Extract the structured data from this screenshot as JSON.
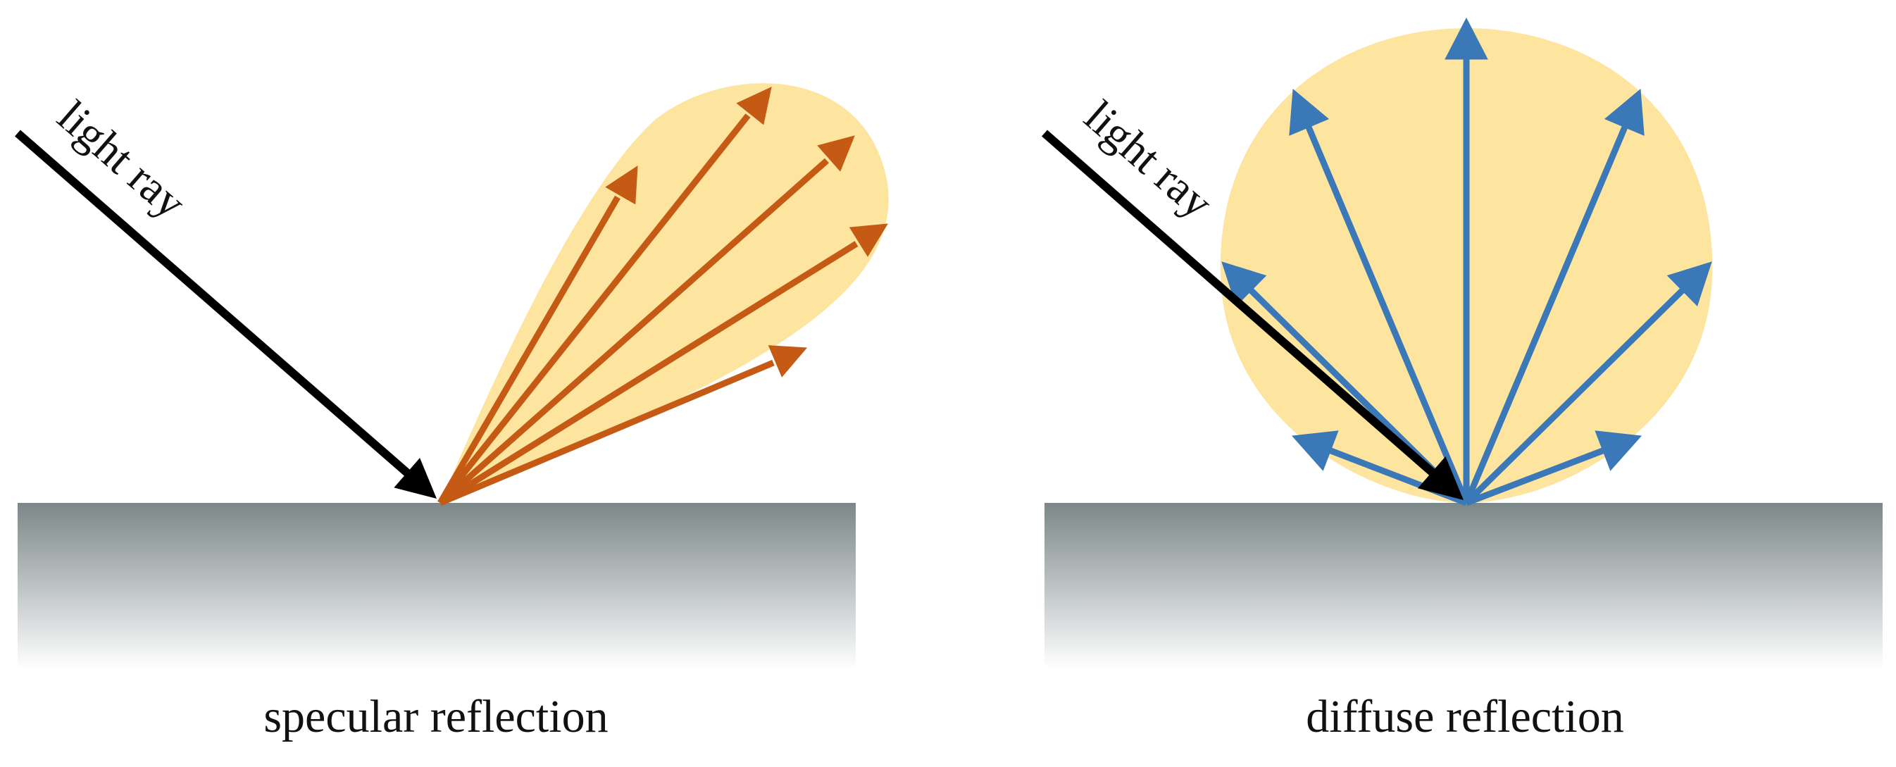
{
  "panels": [
    {
      "id": "specular",
      "caption": "specular reflection",
      "ray_label": "light ray",
      "arrow_color": "#c45a14"
    },
    {
      "id": "diffuse",
      "caption": "diffuse reflection",
      "ray_label": "light ray",
      "arrow_color": "#3a78b8"
    }
  ],
  "colors": {
    "lobe_fill": "#fde5a0",
    "incident_ray": "#000000",
    "surface_top": "#7b8788",
    "surface_bottom": "#ffffff"
  }
}
